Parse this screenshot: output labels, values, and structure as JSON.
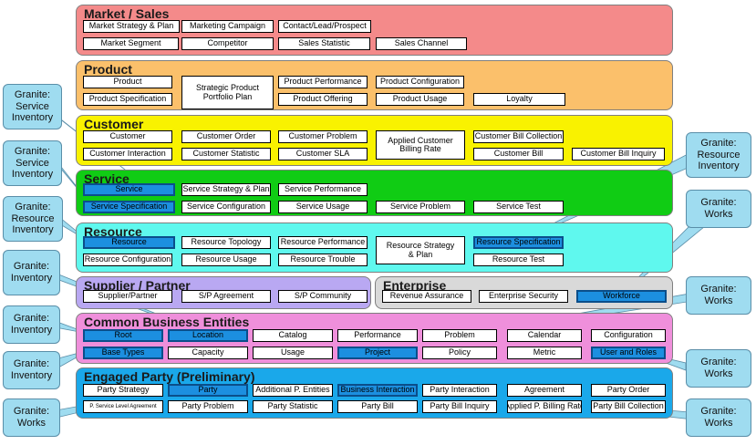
{
  "colors": {
    "market_sales": "#f48a8a",
    "product": "#fbc06b",
    "customer": "#f9f200",
    "service": "#10cc14",
    "resource": "#5ff8ee",
    "supplier_partner": "#b9a8f2",
    "enterprise": "#d9d9d9",
    "common_business_entities": "#ef8fdb",
    "engaged_party": "#1aa8ea",
    "highlight": "#1c8fe0",
    "callout": "#9fdcf0"
  },
  "bands": [
    {
      "id": "market-sales",
      "title": "Market / Sales",
      "color_key": "market_sales",
      "entities": [
        {
          "label": "Market Strategy & Plan",
          "highlighted": false
        },
        {
          "label": "Marketing Campaign",
          "highlighted": false
        },
        {
          "label": "Contact/Lead/Prospect",
          "highlighted": false
        },
        {
          "label": "Market Segment",
          "highlighted": false
        },
        {
          "label": "Competitor",
          "highlighted": false
        },
        {
          "label": "Sales Statistic",
          "highlighted": false
        },
        {
          "label": "Sales Channel",
          "highlighted": false
        }
      ]
    },
    {
      "id": "product",
      "title": "Product",
      "color_key": "product",
      "entities": [
        {
          "label": "Product",
          "highlighted": false
        },
        {
          "label": "Strategic Product Portfolio Plan",
          "highlighted": false
        },
        {
          "label": "Product Performance",
          "highlighted": false
        },
        {
          "label": "Product Configuration",
          "highlighted": false
        },
        {
          "label": "Product Specification",
          "highlighted": false
        },
        {
          "label": "Product Offering",
          "highlighted": false
        },
        {
          "label": "Product Usage",
          "highlighted": false
        },
        {
          "label": "Loyalty",
          "highlighted": false
        }
      ]
    },
    {
      "id": "customer",
      "title": "Customer",
      "color_key": "customer",
      "entities": [
        {
          "label": "Customer",
          "highlighted": false
        },
        {
          "label": "Customer Order",
          "highlighted": false
        },
        {
          "label": "Customer Problem",
          "highlighted": false
        },
        {
          "label": "Applied Customer Billing Rate",
          "highlighted": false
        },
        {
          "label": "Customer Bill Collection",
          "highlighted": false
        },
        {
          "label": "Customer Interaction",
          "highlighted": false
        },
        {
          "label": "Customer Statistic",
          "highlighted": false
        },
        {
          "label": "Customer SLA",
          "highlighted": false
        },
        {
          "label": "Customer Bill",
          "highlighted": false
        },
        {
          "label": "Customer Bill Inquiry",
          "highlighted": false
        }
      ]
    },
    {
      "id": "service",
      "title": "Service",
      "color_key": "service",
      "entities": [
        {
          "label": "Service",
          "highlighted": true
        },
        {
          "label": "Service Strategy & Plan",
          "highlighted": false
        },
        {
          "label": "Service Performance",
          "highlighted": false
        },
        {
          "label": "Service Specification",
          "highlighted": true
        },
        {
          "label": "Service Configuration",
          "highlighted": false
        },
        {
          "label": "Service Usage",
          "highlighted": false
        },
        {
          "label": "Service Problem",
          "highlighted": false
        },
        {
          "label": "Service Test",
          "highlighted": false
        }
      ]
    },
    {
      "id": "resource",
      "title": "Resource",
      "color_key": "resource",
      "entities": [
        {
          "label": "Resource",
          "highlighted": true
        },
        {
          "label": "Resource Topology",
          "highlighted": false
        },
        {
          "label": "Resource Performance",
          "highlighted": false
        },
        {
          "label": "Resource Strategy & Plan",
          "highlighted": false
        },
        {
          "label": "Resource Specification",
          "highlighted": true
        },
        {
          "label": "Resource Configuration",
          "highlighted": false
        },
        {
          "label": "Resource Usage",
          "highlighted": false
        },
        {
          "label": "Resource Trouble",
          "highlighted": false
        },
        {
          "label": "Resource Test",
          "highlighted": false
        }
      ]
    },
    {
      "id": "supplier-partner",
      "title": "Supplier / Partner",
      "color_key": "supplier_partner",
      "entities": [
        {
          "label": "Supplier/Partner",
          "highlighted": false
        },
        {
          "label": "S/P Agreement",
          "highlighted": false
        },
        {
          "label": "S/P Community",
          "highlighted": false
        }
      ]
    },
    {
      "id": "enterprise",
      "title": "Enterprise",
      "color_key": "enterprise",
      "entities": [
        {
          "label": "Revenue Assurance",
          "highlighted": false
        },
        {
          "label": "Enterprise Security",
          "highlighted": false
        },
        {
          "label": "Workforce",
          "highlighted": true
        }
      ]
    },
    {
      "id": "common-business-entities",
      "title": "Common Business Entities",
      "color_key": "common_business_entities",
      "entities": [
        {
          "label": "Root",
          "highlighted": true
        },
        {
          "label": "Location",
          "highlighted": true
        },
        {
          "label": "Catalog",
          "highlighted": false
        },
        {
          "label": "Performance",
          "highlighted": false
        },
        {
          "label": "Problem",
          "highlighted": false
        },
        {
          "label": "Calendar",
          "highlighted": false
        },
        {
          "label": "Configuration",
          "highlighted": false
        },
        {
          "label": "Base Types",
          "highlighted": true
        },
        {
          "label": "Capacity",
          "highlighted": false
        },
        {
          "label": "Usage",
          "highlighted": false
        },
        {
          "label": "Project",
          "highlighted": true
        },
        {
          "label": "Policy",
          "highlighted": false
        },
        {
          "label": "Metric",
          "highlighted": false
        },
        {
          "label": "User and Roles",
          "highlighted": true
        }
      ]
    },
    {
      "id": "engaged-party",
      "title": "Engaged Party (Preliminary)",
      "color_key": "engaged_party",
      "entities": [
        {
          "label": "Party Strategy",
          "highlighted": false
        },
        {
          "label": "Party",
          "highlighted": true
        },
        {
          "label": "Additional P. Entities",
          "highlighted": false
        },
        {
          "label": "Business Interaction",
          "highlighted": true
        },
        {
          "label": "Party Interaction",
          "highlighted": false
        },
        {
          "label": "Agreement",
          "highlighted": false
        },
        {
          "label": "Party Order",
          "highlighted": false
        },
        {
          "label": "P. Service Level Agreement",
          "highlighted": false
        },
        {
          "label": "Party Problem",
          "highlighted": false
        },
        {
          "label": "Party Statistic",
          "highlighted": false
        },
        {
          "label": "Party Bill",
          "highlighted": false
        },
        {
          "label": "Party Bill Inquiry",
          "highlighted": false
        },
        {
          "label": "Applied P. Billing Rate",
          "highlighted": false
        },
        {
          "label": "Party Bill Collection",
          "highlighted": false
        }
      ]
    }
  ],
  "callouts": [
    {
      "id": "c1",
      "label": "Granite: Service Inventory"
    },
    {
      "id": "c2",
      "label": "Granite: Service Inventory"
    },
    {
      "id": "c3",
      "label": "Granite: Resource Inventory"
    },
    {
      "id": "c4",
      "label": "Granite: Inventory"
    },
    {
      "id": "c5",
      "label": "Granite: Inventory"
    },
    {
      "id": "c6",
      "label": "Granite: Inventory"
    },
    {
      "id": "c7",
      "label": "Granite: Works"
    },
    {
      "id": "c8",
      "label": "Granite: Resource Inventory"
    },
    {
      "id": "c9",
      "label": "Granite: Works"
    },
    {
      "id": "c10",
      "label": "Granite: Works"
    },
    {
      "id": "c11",
      "label": "Granite: Works"
    },
    {
      "id": "c12",
      "label": "Granite: Works"
    }
  ]
}
